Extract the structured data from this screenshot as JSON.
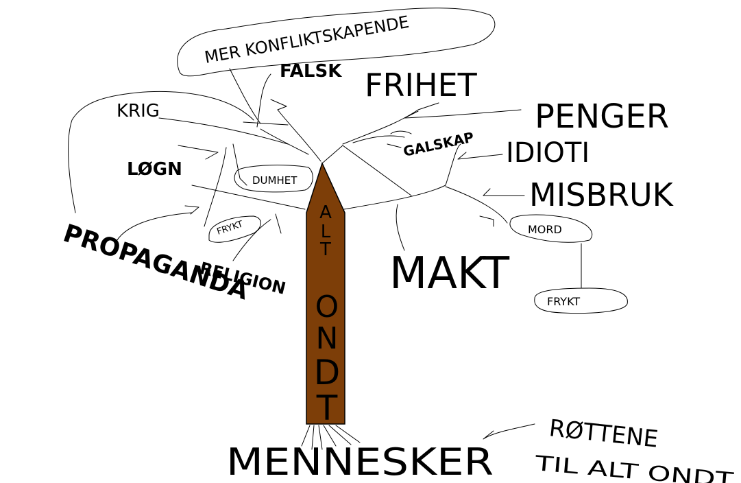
{
  "diagram": {
    "trunk_text": [
      "A",
      "L",
      "T",
      "O",
      "N",
      "D",
      "T"
    ],
    "labels": {
      "mer_konfliktskapende": "MER KONFLIKTSKAPENDE",
      "falsk": "FALSK",
      "frihet": "FRIHET",
      "krig": "KRIG",
      "penger": "PENGER",
      "galskap": "GALSKAP",
      "idioti": "IDIOTI",
      "logn": "LØGN",
      "dumhet": "DUMHET",
      "misbruk": "MISBRUK",
      "frykt_left": "FRYKT",
      "mord": "MORD",
      "propaganda": "PROPAGANDA",
      "religion": "RELIGION",
      "makt": "MAKT",
      "frykt_right": "FRYKT",
      "mennesker": "MENNESKER",
      "rottene_line1": "RØTTENE",
      "rottene_line2": "TIL ALT ONDT"
    },
    "colors": {
      "trunk": "#7d3e08",
      "ink": "#000000",
      "background": "#ffffff"
    }
  }
}
